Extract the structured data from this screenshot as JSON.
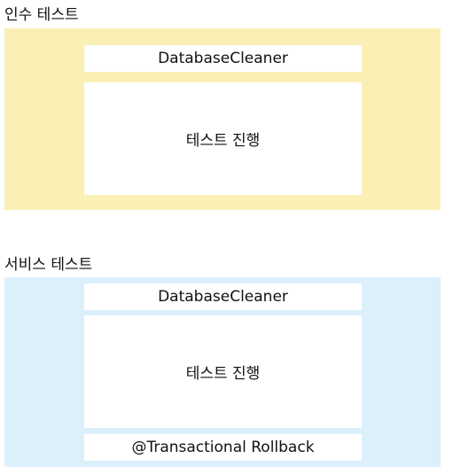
{
  "colors": {
    "acceptance_panel": "#faf0b6",
    "service_panel": "#dcf0fc",
    "box": "#ffffff"
  },
  "acceptance": {
    "title": "인수 테스트",
    "boxes": {
      "cleaner": "DatabaseCleaner",
      "run": "테스트 진행"
    }
  },
  "service": {
    "title": "서비스 테스트",
    "boxes": {
      "cleaner": "DatabaseCleaner",
      "run": "테스트 진행",
      "rollback": "@Transactional Rollback"
    }
  }
}
